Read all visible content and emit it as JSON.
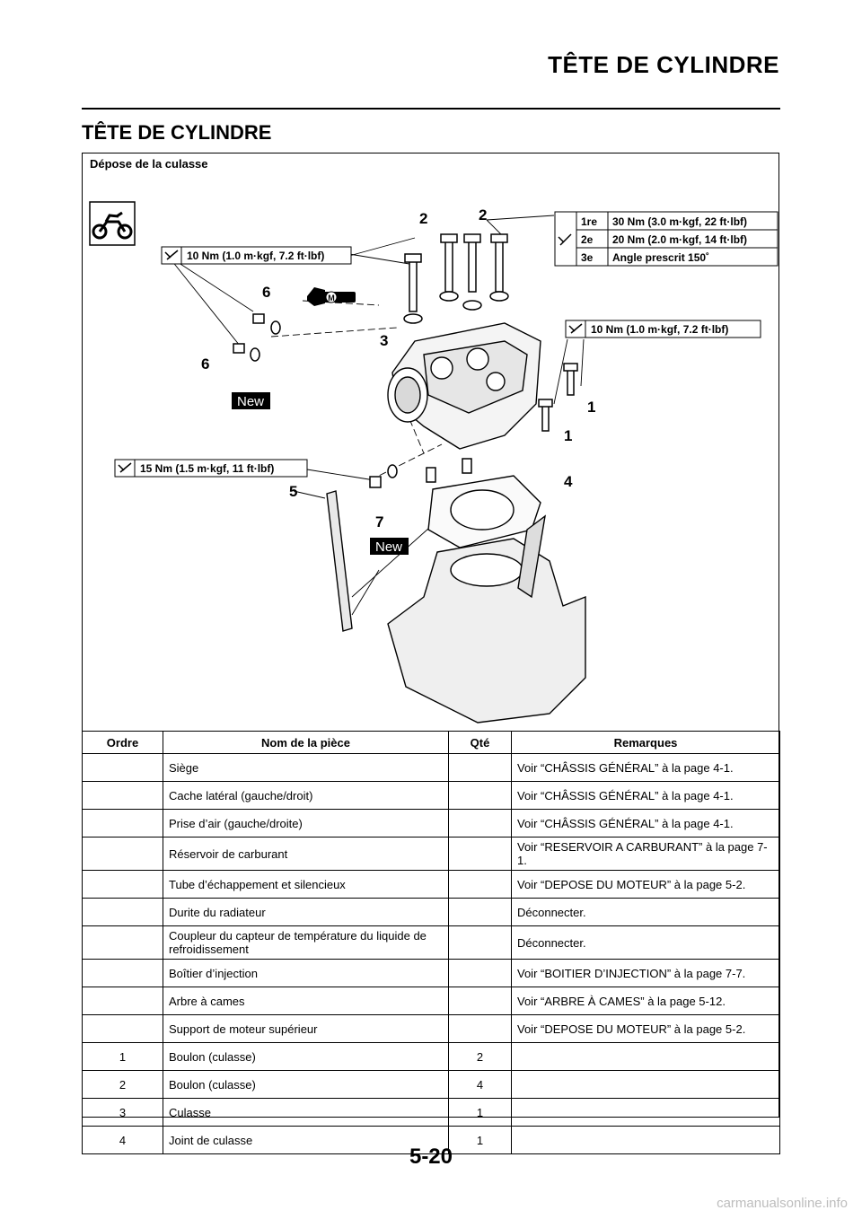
{
  "header": {
    "title": "TÊTE DE CYLINDRE"
  },
  "section": {
    "title": "TÊTE DE CYLINDRE"
  },
  "procedure": {
    "title": "Dépose de la culasse"
  },
  "diagram": {
    "callouts": [
      "1",
      "1",
      "2",
      "2",
      "3",
      "4",
      "5",
      "6",
      "6",
      "7"
    ],
    "torque_top_left": "10 Nm (1.0 m·kgf, 7.2 ft·lbf)",
    "torque_right": "10 Nm (1.0 m·kgf, 7.2 ft·lbf)",
    "torque_lower_left": "15 Nm (1.5 m·kgf, 11 ft·lbf)",
    "torque_sequence": [
      {
        "step": "1re",
        "value": "30 Nm (3.0 m·kgf, 22 ft·lbf)"
      },
      {
        "step": "2e",
        "value": "20 Nm (2.0 m·kgf, 14 ft·lbf)"
      },
      {
        "step": "3e",
        "value": "Angle prescrit 150˚"
      }
    ],
    "new_badges": [
      "New",
      "New"
    ],
    "lubricant_mark": "M",
    "icons": [
      "motorcycle-icon",
      "torque-wrench-icon",
      "grease-gun-icon"
    ]
  },
  "table": {
    "headers": [
      "Ordre",
      "Nom de la pièce",
      "Qté",
      "Remarques"
    ],
    "rows": [
      {
        "order": "",
        "name": "Siège",
        "qty": "",
        "remarks": "Voir “CHÂSSIS GÉNÉRAL” à la page 4-1."
      },
      {
        "order": "",
        "name": "Cache latéral (gauche/droit)",
        "qty": "",
        "remarks": "Voir “CHÂSSIS GÉNÉRAL” à la page 4-1."
      },
      {
        "order": "",
        "name": "Prise d’air (gauche/droite)",
        "qty": "",
        "remarks": "Voir “CHÂSSIS GÉNÉRAL” à la page 4-1."
      },
      {
        "order": "",
        "name": "Réservoir de carburant",
        "qty": "",
        "remarks": "Voir “RESERVOIR A CARBURANT” à la page 7-1."
      },
      {
        "order": "",
        "name": "Tube d’échappement et silencieux",
        "qty": "",
        "remarks": "Voir “DEPOSE DU MOTEUR” à la page 5-2."
      },
      {
        "order": "",
        "name": "Durite du radiateur",
        "qty": "",
        "remarks": "Déconnecter."
      },
      {
        "order": "",
        "name": "Coupleur du capteur de température du liquide de refroidissement",
        "qty": "",
        "remarks": "Déconnecter."
      },
      {
        "order": "",
        "name": "Boîtier d’injection",
        "qty": "",
        "remarks": "Voir “BOITIER D’INJECTION” à la page 7-7."
      },
      {
        "order": "",
        "name": "Arbre à cames",
        "qty": "",
        "remarks": "Voir “ARBRE À CAMES” à la page 5-12."
      },
      {
        "order": "",
        "name": "Support de moteur supérieur",
        "qty": "",
        "remarks": "Voir “DEPOSE DU MOTEUR” à la page 5-2."
      },
      {
        "order": "1",
        "name": "Boulon (culasse)",
        "qty": "2",
        "remarks": ""
      },
      {
        "order": "2",
        "name": "Boulon (culasse)",
        "qty": "4",
        "remarks": ""
      },
      {
        "order": "3",
        "name": "Culasse",
        "qty": "1",
        "remarks": ""
      },
      {
        "order": "4",
        "name": "Joint de culasse",
        "qty": "1",
        "remarks": ""
      }
    ]
  },
  "footer": {
    "page_number": "5-20",
    "watermark": "carmanualsonline.info"
  }
}
